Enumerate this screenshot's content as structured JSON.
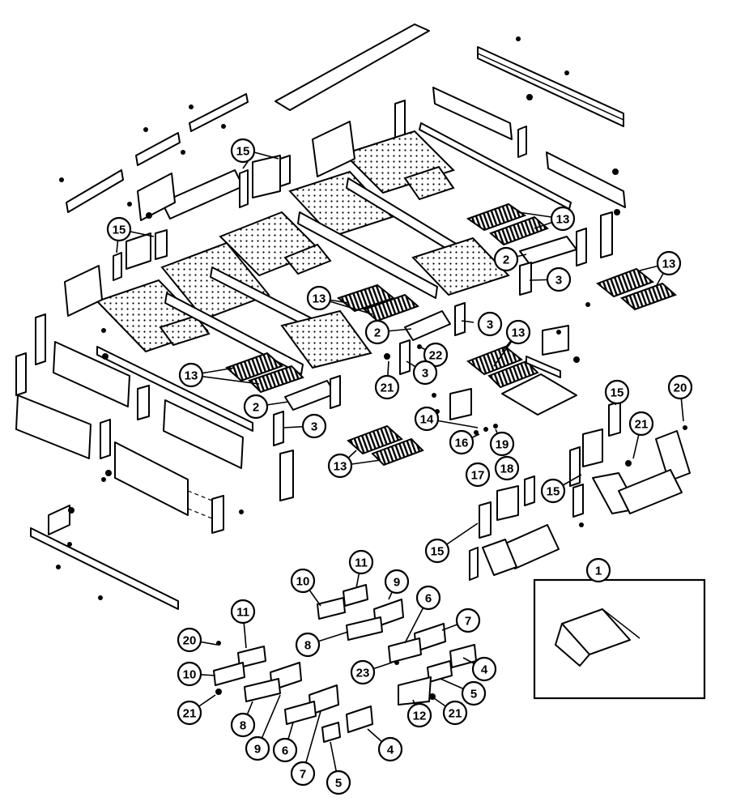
{
  "colors": {
    "line": "#000000",
    "paper": "#ffffff"
  },
  "callouts": [
    {
      "label": "15"
    },
    {
      "label": "15"
    },
    {
      "label": "13"
    },
    {
      "label": "2"
    },
    {
      "label": "3"
    },
    {
      "label": "13"
    },
    {
      "label": "13"
    },
    {
      "label": "2"
    },
    {
      "label": "3"
    },
    {
      "label": "22"
    },
    {
      "label": "21"
    },
    {
      "label": "3"
    },
    {
      "label": "13"
    },
    {
      "label": "13"
    },
    {
      "label": "2"
    },
    {
      "label": "3"
    },
    {
      "label": "14"
    },
    {
      "label": "16"
    },
    {
      "label": "19"
    },
    {
      "label": "17"
    },
    {
      "label": "18"
    },
    {
      "label": "13"
    },
    {
      "label": "15"
    },
    {
      "label": "20"
    },
    {
      "label": "21"
    },
    {
      "label": "15"
    },
    {
      "label": "15"
    },
    {
      "label": "1"
    },
    {
      "label": "11"
    },
    {
      "label": "10"
    },
    {
      "label": "9"
    },
    {
      "label": "6"
    },
    {
      "label": "7"
    },
    {
      "label": "8"
    },
    {
      "label": "11"
    },
    {
      "label": "20"
    },
    {
      "label": "4"
    },
    {
      "label": "23"
    },
    {
      "label": "10"
    },
    {
      "label": "5"
    },
    {
      "label": "21"
    },
    {
      "label": "21"
    },
    {
      "label": "12"
    },
    {
      "label": "8"
    },
    {
      "label": "9"
    },
    {
      "label": "6"
    },
    {
      "label": "4"
    },
    {
      "label": "7"
    },
    {
      "label": "5"
    }
  ]
}
